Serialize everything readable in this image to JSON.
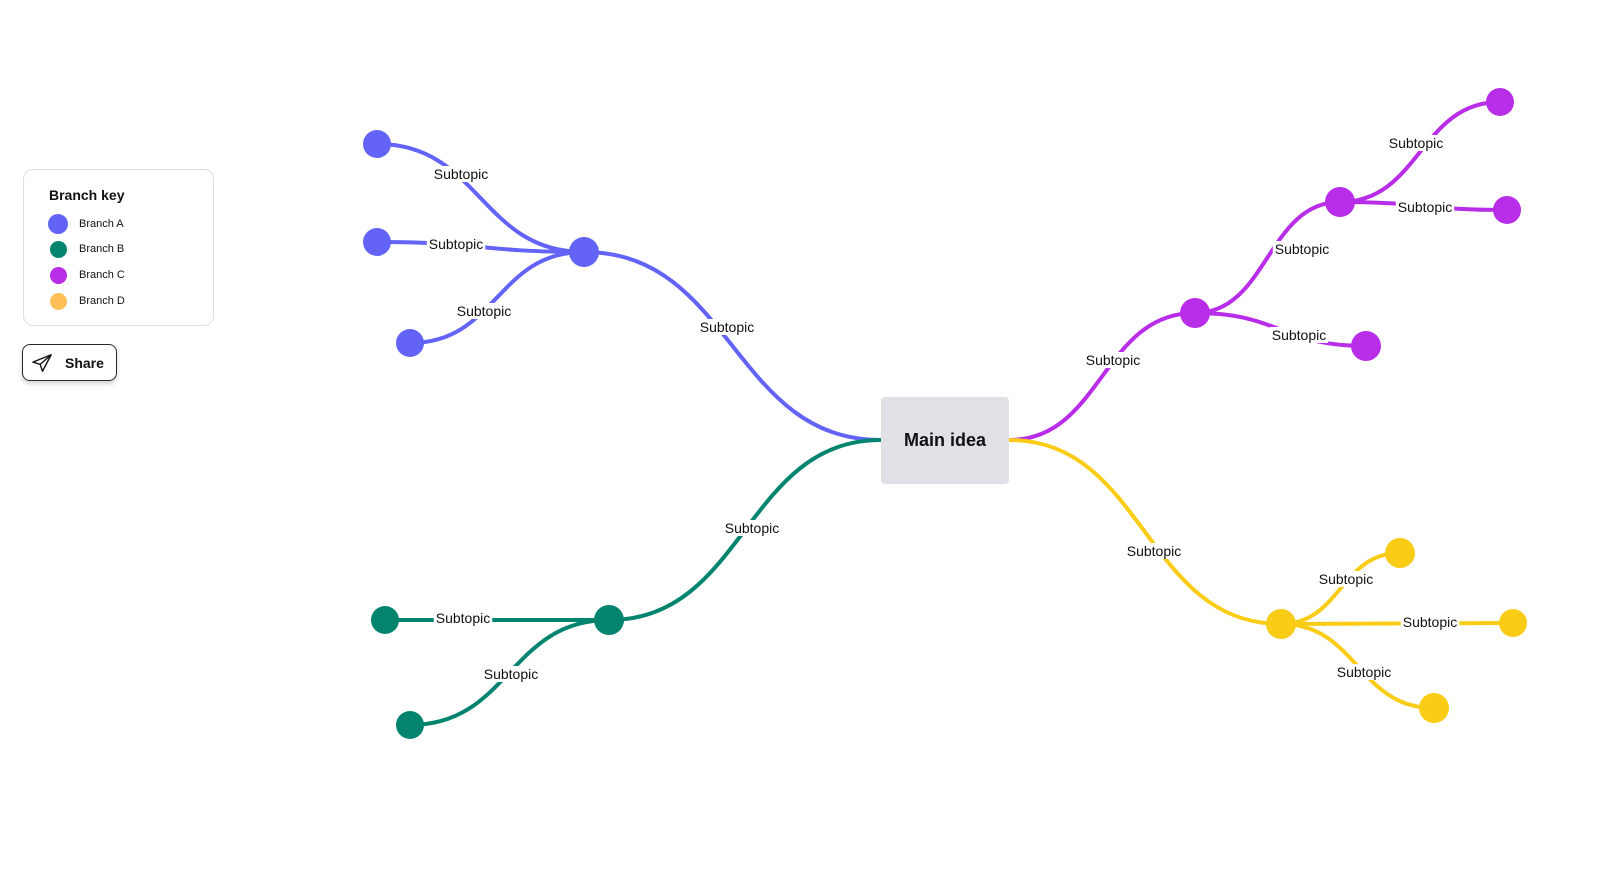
{
  "legend": {
    "title": "Branch key",
    "items": [
      {
        "label": "Branch A",
        "color": "#6363f7"
      },
      {
        "label": "Branch B",
        "color": "#03846f"
      },
      {
        "label": "Branch C",
        "color": "#b82de8"
      },
      {
        "label": "Branch D",
        "color": "#ffbf57"
      }
    ]
  },
  "share": {
    "label": "Share",
    "icon": "paper-plane-icon"
  },
  "main_node": {
    "label": "Main idea",
    "color": "#dfe1e6"
  },
  "branches": [
    {
      "name": "branch-a",
      "color": "#6363f7",
      "label": "Subtopic",
      "children": [
        {
          "label": "Subtopic"
        },
        {
          "label": "Subtopic"
        },
        {
          "label": "Subtopic"
        }
      ]
    },
    {
      "name": "branch-b",
      "color": "#03846f",
      "label": "Subtopic",
      "children": [
        {
          "label": "Subtopic"
        },
        {
          "label": "Subtopic"
        }
      ]
    },
    {
      "name": "branch-c",
      "color": "#b82de8",
      "label": "Subtopic",
      "children": [
        {
          "label": "Subtopic",
          "children": [
            {
              "label": "Subtopic"
            },
            {
              "label": "Subtopic"
            }
          ]
        },
        {
          "label": "Subtopic"
        }
      ]
    },
    {
      "name": "branch-d",
      "color": "#facc15",
      "label": "Subtopic",
      "children": [
        {
          "label": "Subtopic"
        },
        {
          "label": "Subtopic"
        },
        {
          "label": "Subtopic"
        }
      ]
    }
  ]
}
